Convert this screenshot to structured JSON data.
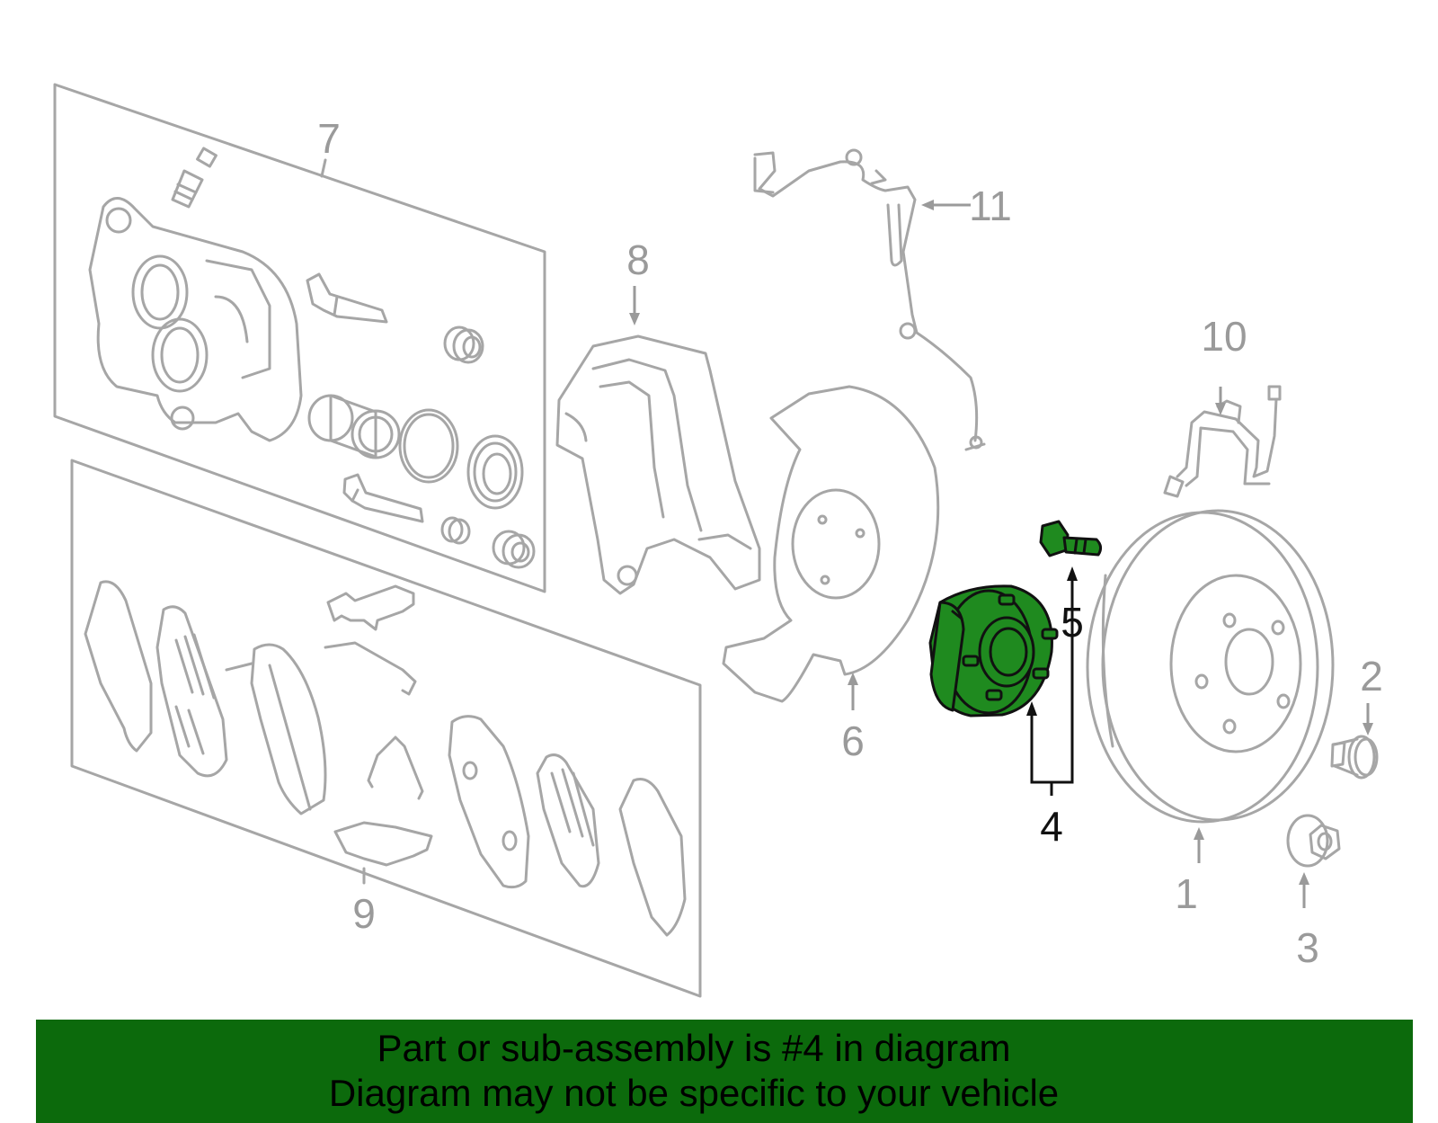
{
  "diagram": {
    "callouts": [
      "1",
      "2",
      "3",
      "4",
      "5",
      "6",
      "7",
      "8",
      "9",
      "10",
      "11"
    ],
    "highlighted_part": "4"
  },
  "banner": {
    "line1": "Part or sub-assembly is #4 in diagram",
    "line2": "Diagram may not be specific to your vehicle",
    "background_color": "#0c6a0c"
  },
  "colors": {
    "part_outline": "#a6a6a6",
    "highlight_fill": "#1f8a1f"
  }
}
